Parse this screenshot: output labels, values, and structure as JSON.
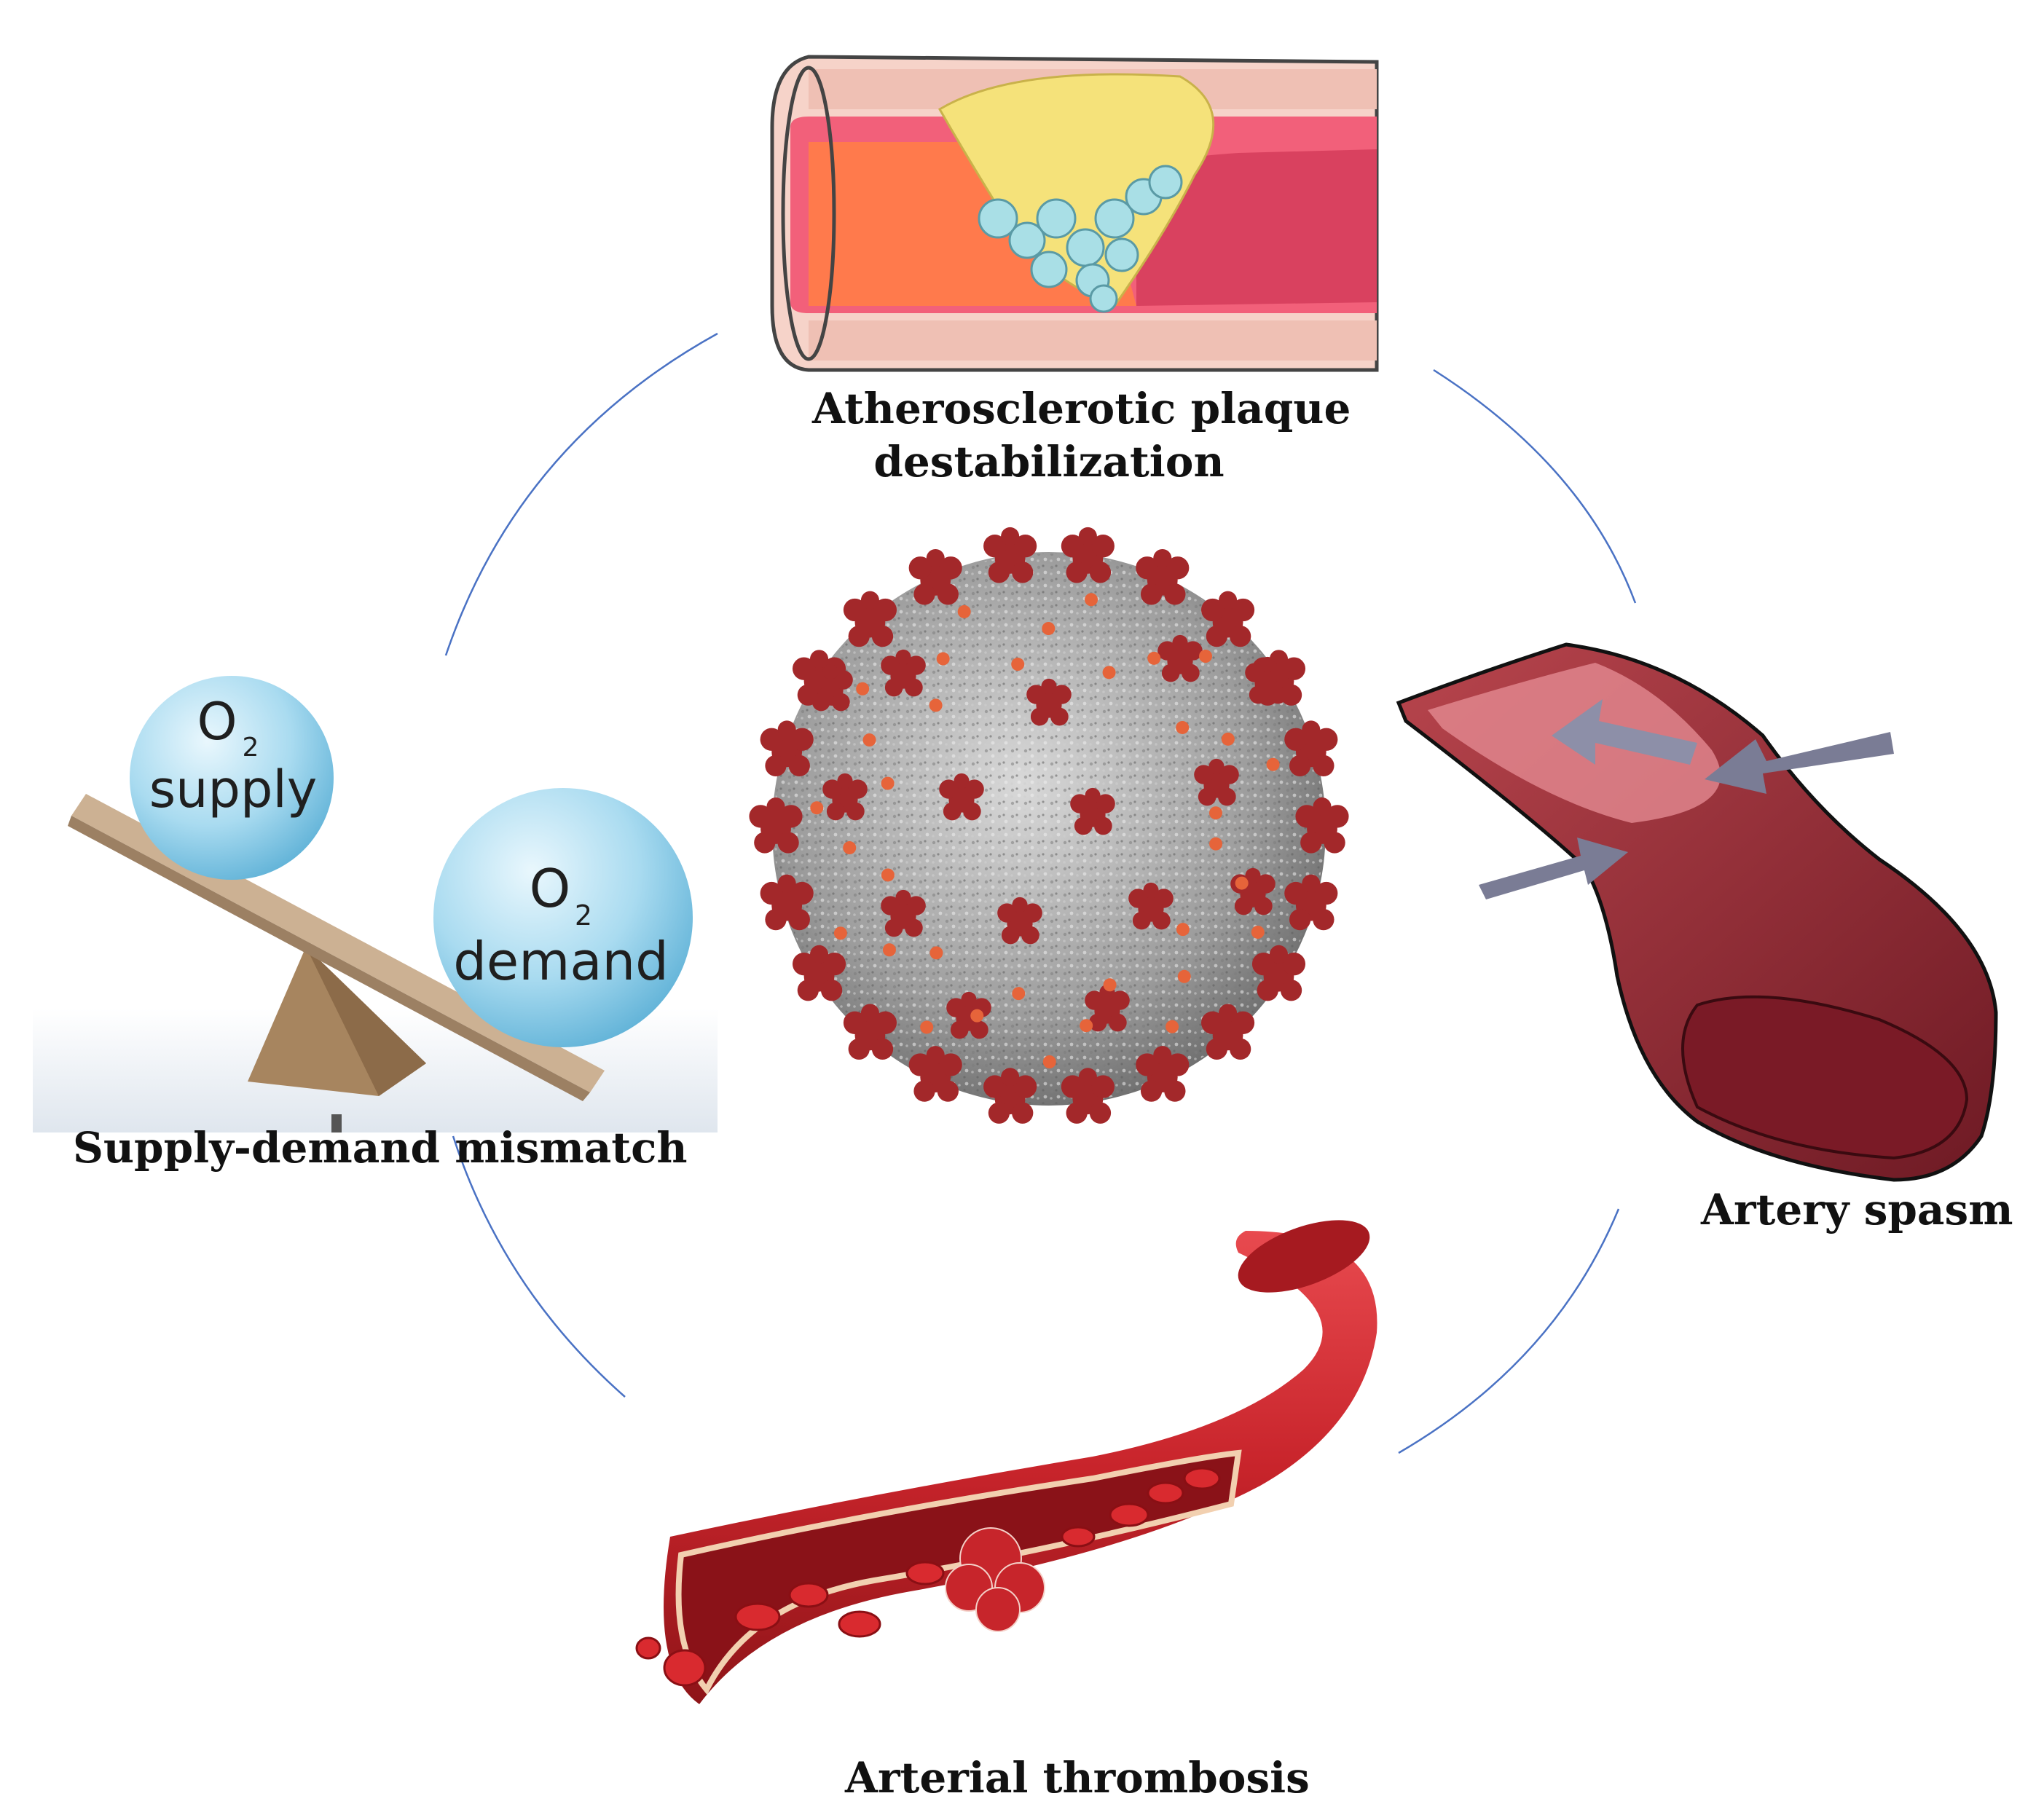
{
  "labels": {
    "plaque_line1": "Atherosclerotic plaque",
    "plaque_line2": "destabilization",
    "spasm": "Artery spasm",
    "thrombosis": "Arterial thrombosis",
    "mismatch": "Supply-demand mismatch"
  },
  "seesaw": {
    "supply_o": "O",
    "supply_sub": "2",
    "supply_word": "supply",
    "demand_o": "O",
    "demand_sub": "2",
    "demand_word": "demand"
  },
  "colors": {
    "ring": "#4a72c4",
    "artery_red": "#c8242b",
    "plaque_yellow": "#f5e27a",
    "ball_blue": "#8fcde8",
    "virus_gray": "#a7a7a7",
    "virus_spike": "#a3282a"
  }
}
